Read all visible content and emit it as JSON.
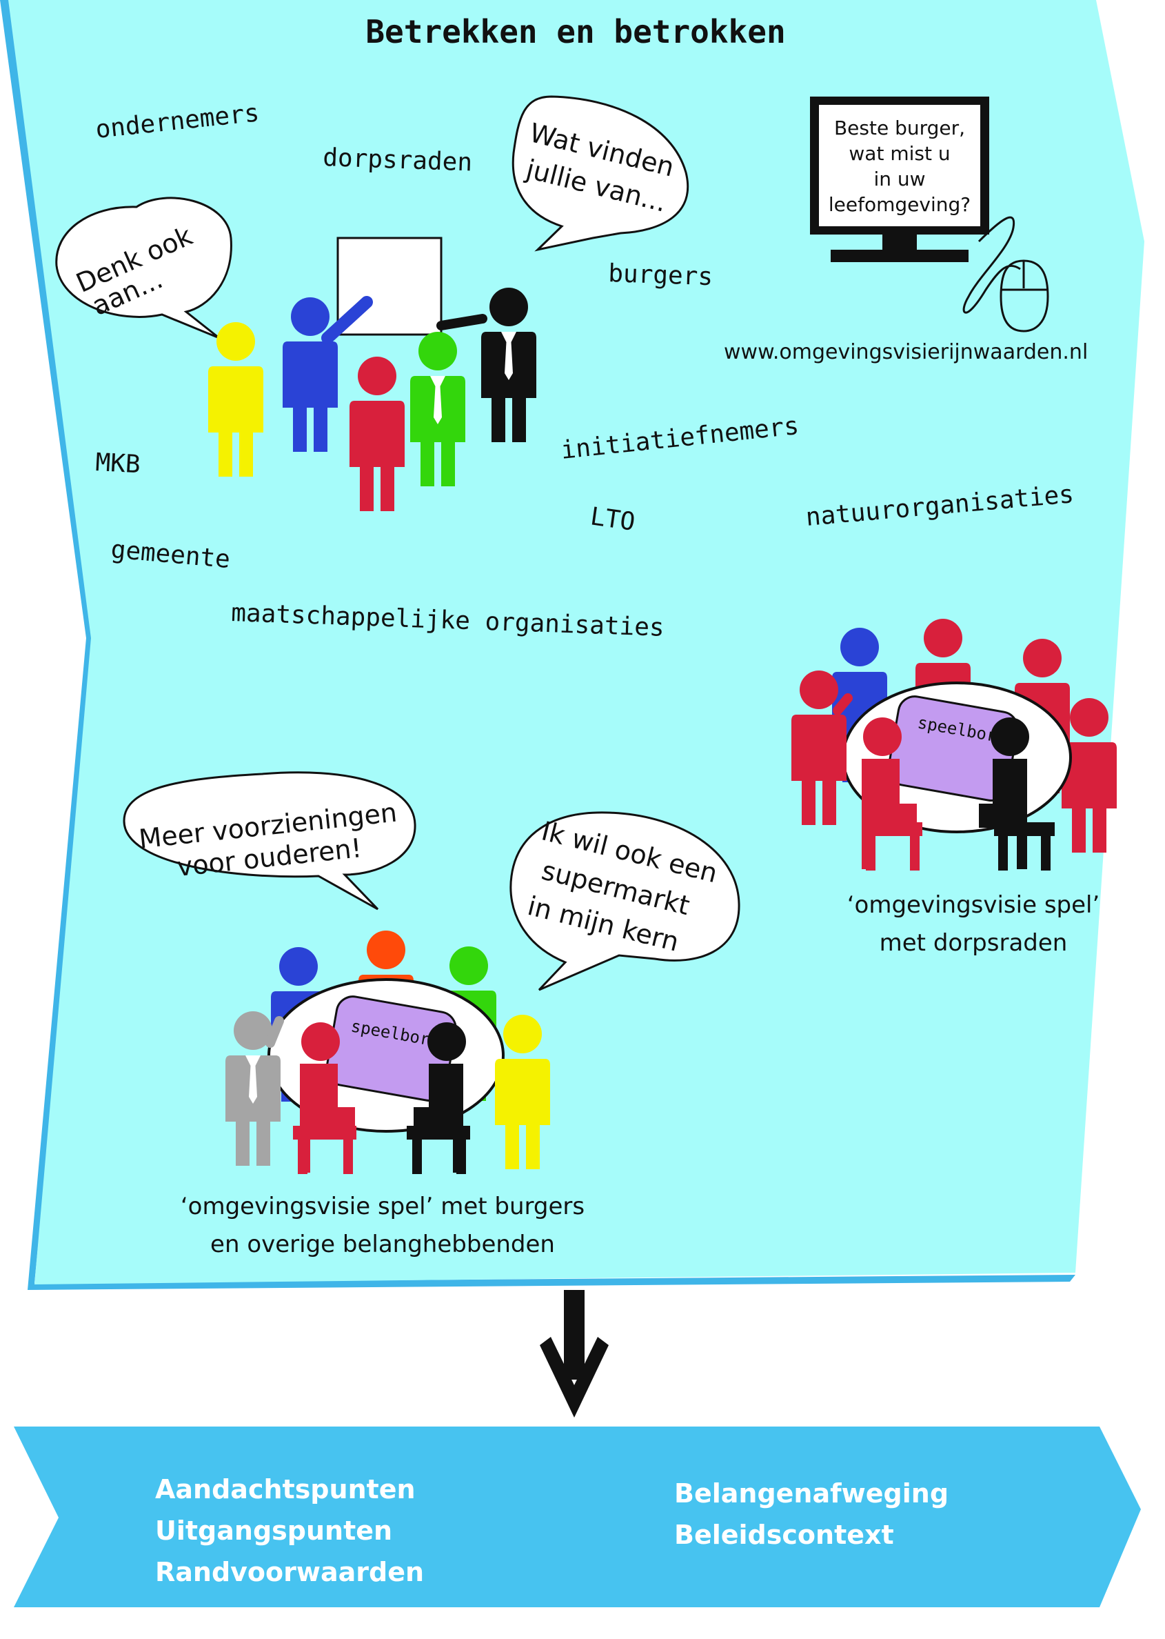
{
  "title": "Betrekken en betrokken",
  "stakeholders": {
    "ondernemers": "ondernemers",
    "dorpsraden": "dorpsraden",
    "burgers": "burgers",
    "mkb": "MKB",
    "initiatiefnemers": "initiatiefnemers",
    "lto": "LTO",
    "natuurorganisaties": "natuurorganisaties",
    "gemeente": "gemeente",
    "maatschappelijke": "maatschappelijke organisaties"
  },
  "bubbles": {
    "denk_ook": [
      "Denk ook",
      "aan..."
    ],
    "wat_vinden": [
      "Wat vinden",
      "jullie van..."
    ],
    "meer_voorzieningen": [
      "Meer voorzieningen",
      "voor ouderen!"
    ],
    "supermarkt": [
      "Ik wil ook een",
      "supermarkt",
      "in mijn kern"
    ]
  },
  "monitor": {
    "lines": [
      "Beste burger,",
      "wat mist u",
      "in uw",
      "leefomgeving?"
    ],
    "url": "www.omgevingsvisierijnwaarden.nl"
  },
  "games": {
    "board_label": "speelbord",
    "caption_dorpsraden": [
      "‘omgevingsvisie spel’",
      "met dorpsraden"
    ],
    "caption_burgers": [
      "‘omgevingsvisie spel’ met burgers",
      "en overige belanghebbenden"
    ]
  },
  "result": {
    "left": [
      "Aandachtspunten",
      "Uitgangspunten",
      "Randvoorwaarden"
    ],
    "right": [
      "Belangenafweging",
      "Beleidscontext"
    ]
  },
  "colors": {
    "panel": "#a6fcfa",
    "panel_edge": "#3fb5e8",
    "arrow_band": "#47c3f0",
    "board": "#c39bf0",
    "yellow": "#f5f200",
    "blue": "#2a43d6",
    "red": "#d8203c",
    "green": "#33d60c",
    "black": "#111111",
    "orange": "#ff4a0a",
    "grey": "#a5a5a5"
  }
}
